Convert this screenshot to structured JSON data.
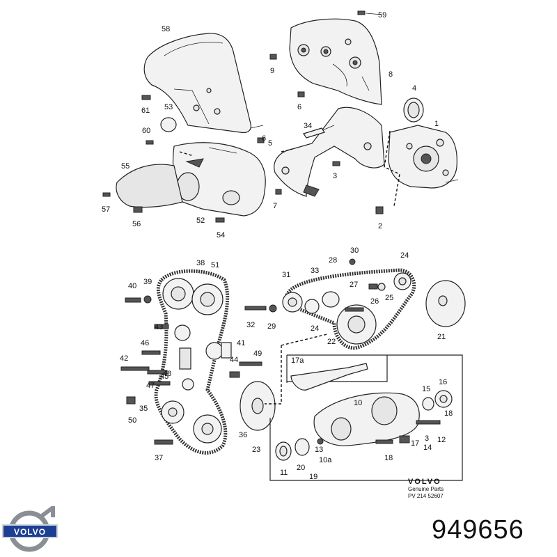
{
  "callouts": [
    {
      "id": "c59",
      "text": "59"
    },
    {
      "id": "c58",
      "text": "58"
    },
    {
      "id": "c9",
      "text": "9"
    },
    {
      "id": "c8",
      "text": "8"
    },
    {
      "id": "c61",
      "text": "61"
    },
    {
      "id": "c6a",
      "text": "6"
    },
    {
      "id": "c4",
      "text": "4"
    },
    {
      "id": "c1",
      "text": "1"
    },
    {
      "id": "c53",
      "text": "53"
    },
    {
      "id": "c60",
      "text": "60"
    },
    {
      "id": "c34",
      "text": "34"
    },
    {
      "id": "c6b",
      "text": "6"
    },
    {
      "id": "c5",
      "text": "5"
    },
    {
      "id": "c55",
      "text": "55"
    },
    {
      "id": "c3",
      "text": "3"
    },
    {
      "id": "c57",
      "text": "57"
    },
    {
      "id": "c7",
      "text": "7"
    },
    {
      "id": "c56",
      "text": "56"
    },
    {
      "id": "c52",
      "text": "52"
    },
    {
      "id": "c2",
      "text": "2"
    },
    {
      "id": "c54",
      "text": "54"
    },
    {
      "id": "c30",
      "text": "30"
    },
    {
      "id": "c24a",
      "text": "24"
    },
    {
      "id": "c38",
      "text": "38"
    },
    {
      "id": "c51",
      "text": "51"
    },
    {
      "id": "c28",
      "text": "28"
    },
    {
      "id": "c33",
      "text": "33"
    },
    {
      "id": "c31",
      "text": "31"
    },
    {
      "id": "c27",
      "text": "27"
    },
    {
      "id": "c40",
      "text": "40"
    },
    {
      "id": "c39",
      "text": "39"
    },
    {
      "id": "c26",
      "text": "26"
    },
    {
      "id": "c25",
      "text": "25"
    },
    {
      "id": "c32",
      "text": "32"
    },
    {
      "id": "c29",
      "text": "29"
    },
    {
      "id": "c24b",
      "text": "24"
    },
    {
      "id": "c43",
      "text": "43"
    },
    {
      "id": "c22",
      "text": "22"
    },
    {
      "id": "c21",
      "text": "21"
    },
    {
      "id": "c46",
      "text": "46"
    },
    {
      "id": "c41",
      "text": "41"
    },
    {
      "id": "c49",
      "text": "49"
    },
    {
      "id": "c42",
      "text": "42"
    },
    {
      "id": "c44",
      "text": "44"
    },
    {
      "id": "c17a",
      "text": "17a"
    },
    {
      "id": "c45",
      "text": "45"
    },
    {
      "id": "c48",
      "text": "48"
    },
    {
      "id": "c47",
      "text": "47"
    },
    {
      "id": "c15",
      "text": "15"
    },
    {
      "id": "c16",
      "text": "16"
    },
    {
      "id": "c10",
      "text": "10"
    },
    {
      "id": "c35",
      "text": "35"
    },
    {
      "id": "c18a",
      "text": "18"
    },
    {
      "id": "c50",
      "text": "50"
    },
    {
      "id": "c3b",
      "text": "3"
    },
    {
      "id": "c12",
      "text": "12"
    },
    {
      "id": "c17",
      "text": "17"
    },
    {
      "id": "c14",
      "text": "14"
    },
    {
      "id": "c36",
      "text": "36"
    },
    {
      "id": "c23",
      "text": "23"
    },
    {
      "id": "c18b",
      "text": "18"
    },
    {
      "id": "c37",
      "text": "37"
    },
    {
      "id": "c13",
      "text": "13"
    },
    {
      "id": "c10a",
      "text": "10a"
    },
    {
      "id": "c20",
      "text": "20"
    },
    {
      "id": "c11",
      "text": "11"
    },
    {
      "id": "c19",
      "text": "19"
    }
  ],
  "inset": {
    "brand": "VOLVO",
    "subtitle": "Genuine Parts",
    "code": "PV 214 52607"
  },
  "logo": {
    "text": "VOLVO"
  },
  "part_number": "949656",
  "colors": {
    "ink": "#111111",
    "fill": "#f2f2f2",
    "logo_blue": "#1c3f94",
    "logo_steel": "#8a8f96"
  }
}
